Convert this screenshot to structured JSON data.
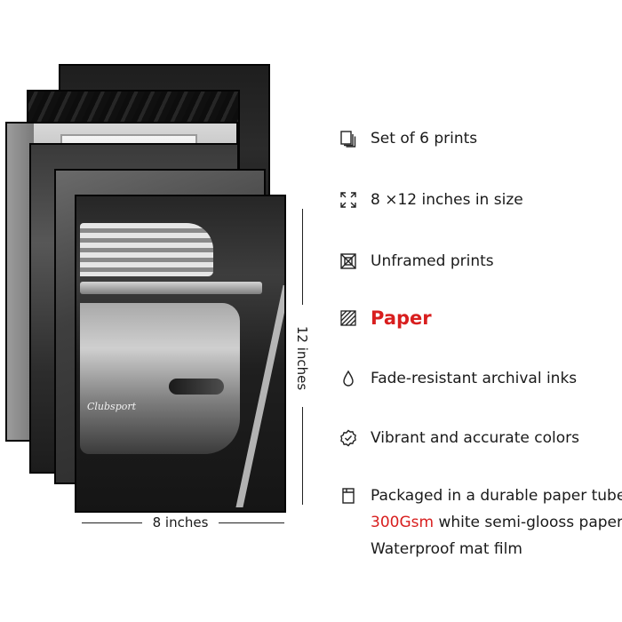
{
  "dimensions": {
    "height_label": "12 inches",
    "width_label": "8 inches"
  },
  "print_badge": "Clubsport",
  "features": [
    {
      "icon": "stack-pages-icon",
      "text": "Set of 6 prints"
    },
    {
      "icon": "expand-arrows-icon",
      "text": "8 ×12   inches in size"
    },
    {
      "icon": "crossed-frame-icon",
      "text": "Unframed prints"
    },
    {
      "icon": "hatched-square-icon",
      "text": "Paper"
    },
    {
      "icon": "droplet-icon",
      "text": "Fade-resistant archival inks"
    },
    {
      "icon": "check-badge-icon",
      "text": "Vibrant and accurate colors"
    },
    {
      "icon": "paper-tube-icon",
      "text": "Packaged in a durable paper tube"
    }
  ],
  "extra_lines": {
    "paper_weight": "300Gsm",
    "paper_desc": " white semi-glooss paper",
    "film": "Waterproof mat film"
  },
  "colors": {
    "accent": "#d81e1e",
    "text": "#1a1a1a"
  }
}
